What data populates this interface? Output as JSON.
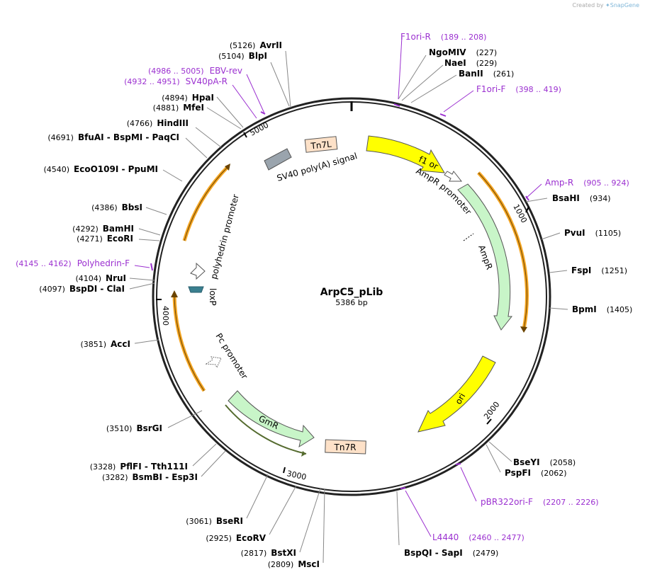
{
  "credit": {
    "prefix": "Created by",
    "brand": "SnapGene"
  },
  "plasmid": {
    "name": "ArpC5_pLib",
    "length_label": "5386 bp",
    "length": 5386
  },
  "tick_labels": [
    "1000",
    "2000",
    "3000",
    "4000",
    "5000"
  ],
  "colors": {
    "primer": "#9b30d0",
    "yellow": "#ffff00",
    "green": "#c8f5c8",
    "tan": "#fde1c8",
    "orange": "#f5a623",
    "gray": "#9aa4ad",
    "teal": "#3a7f8f"
  },
  "sites": [
    {
      "name": "AvrII",
      "pos": "(5126)"
    },
    {
      "name": "BlpI",
      "pos": "(5104)"
    },
    {
      "name": "HpaI",
      "pos": "(4894)"
    },
    {
      "name": "MfeI",
      "pos": "(4881)"
    },
    {
      "name": "HindIII",
      "pos": "(4766)"
    },
    {
      "name": "BfuAI  -  BspMI  -  PaqCI",
      "pos": "(4691)"
    },
    {
      "name": "EcoO109I  -  PpuMI",
      "pos": "(4540)"
    },
    {
      "name": "BbsI",
      "pos": "(4386)"
    },
    {
      "name": "BamHI",
      "pos": "(4292)"
    },
    {
      "name": "EcoRI",
      "pos": "(4271)"
    },
    {
      "name": "NruI",
      "pos": "(4104)"
    },
    {
      "name": "BspDI  -  ClaI",
      "pos": "(4097)"
    },
    {
      "name": "AccI",
      "pos": "(3851)"
    },
    {
      "name": "BsrGI",
      "pos": "(3510)"
    },
    {
      "name": "PflFI  -  Tth111I",
      "pos": "(3328)"
    },
    {
      "name": "BsmBI  -  Esp3I",
      "pos": "(3282)"
    },
    {
      "name": "BseRI",
      "pos": "(3061)"
    },
    {
      "name": "EcoRV",
      "pos": "(2925)"
    },
    {
      "name": "BstXI",
      "pos": "(2817)"
    },
    {
      "name": "MscI",
      "pos": "(2809)"
    },
    {
      "name": "NgoMIV",
      "pos": "(227)"
    },
    {
      "name": "NaeI",
      "pos": "(229)"
    },
    {
      "name": "BanII",
      "pos": "(261)"
    },
    {
      "name": "BsaHI",
      "pos": "(934)"
    },
    {
      "name": "PvuI",
      "pos": "(1105)"
    },
    {
      "name": "FspI",
      "pos": "(1251)"
    },
    {
      "name": "BpmI",
      "pos": "(1405)"
    },
    {
      "name": "BseYI",
      "pos": "(2058)"
    },
    {
      "name": "PspFI",
      "pos": "(2062)"
    },
    {
      "name": "BspQI  -  SapI",
      "pos": "(2479)"
    }
  ],
  "primers": [
    {
      "name": "F1ori-R",
      "pos": "(189 .. 208)"
    },
    {
      "name": "F1ori-F",
      "pos": "(398 .. 419)"
    },
    {
      "name": "Amp-R",
      "pos": "(905 .. 924)"
    },
    {
      "name": "pBR322ori-F",
      "pos": "(2207 .. 2226)"
    },
    {
      "name": "L4440",
      "pos": "(2460 .. 2477)"
    },
    {
      "name": "Polyhedrin-F",
      "pos": "(4145 .. 4162)"
    },
    {
      "name": "EBV-rev",
      "pos": "(4986 .. 5005)"
    },
    {
      "name": "SV40pA-R",
      "pos": "(4932 .. 4951)"
    }
  ],
  "features": [
    {
      "name": "f1 ori"
    },
    {
      "name": "AmpR promoter"
    },
    {
      "name": "AmpR"
    },
    {
      "name": "ori"
    },
    {
      "name": "Tn7R"
    },
    {
      "name": "GmR"
    },
    {
      "name": "Pc promoter"
    },
    {
      "name": "loxP"
    },
    {
      "name": "polyhedrin promoter"
    },
    {
      "name": "SV40 poly(A) signal"
    },
    {
      "name": "Tn7L"
    }
  ]
}
